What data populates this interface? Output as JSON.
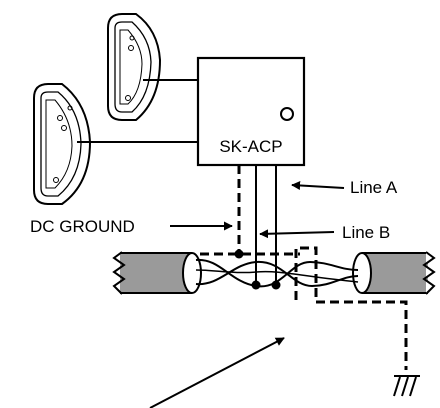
{
  "labels": {
    "module": "SK-ACP",
    "line_a": "Line A",
    "line_b": "Line B",
    "dc_ground": "DC GROUND"
  },
  "colors": {
    "ink": "#000000",
    "cable_fill": "#9a9a9a",
    "background": "#ffffff"
  },
  "icons": [
    "door-contact-icon",
    "earth-ground-icon",
    "arrow-icon"
  ]
}
